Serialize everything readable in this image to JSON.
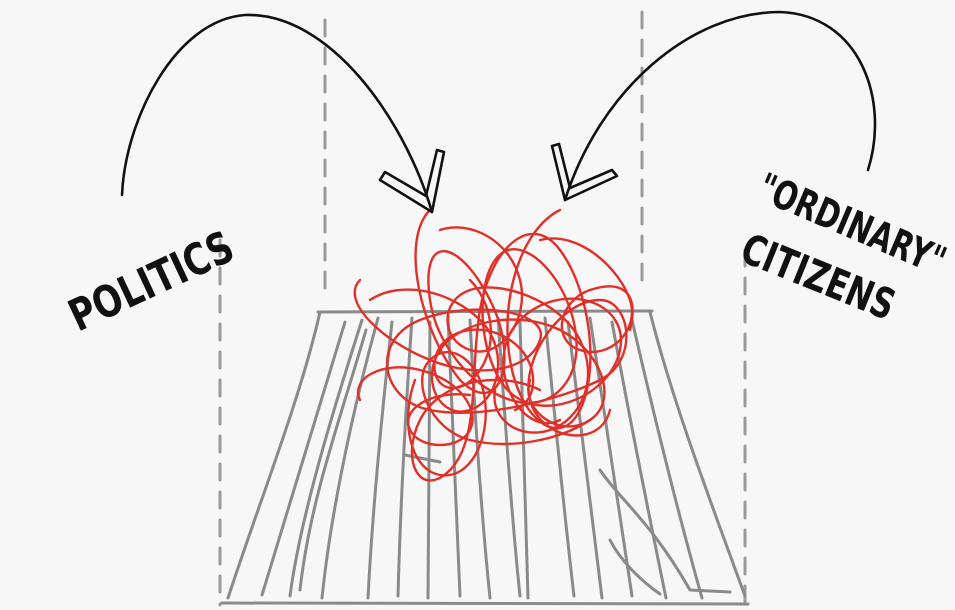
{
  "labels": {
    "left": "POLITICS",
    "right_line1": "\"ORDINARY\"",
    "right_line2": "CITIZENS"
  },
  "colors": {
    "background": "#f7f7f7",
    "ink": "#111111",
    "guide": "#9a9a9a",
    "structure": "#8a8a8a",
    "scribble": "#e0302a"
  }
}
